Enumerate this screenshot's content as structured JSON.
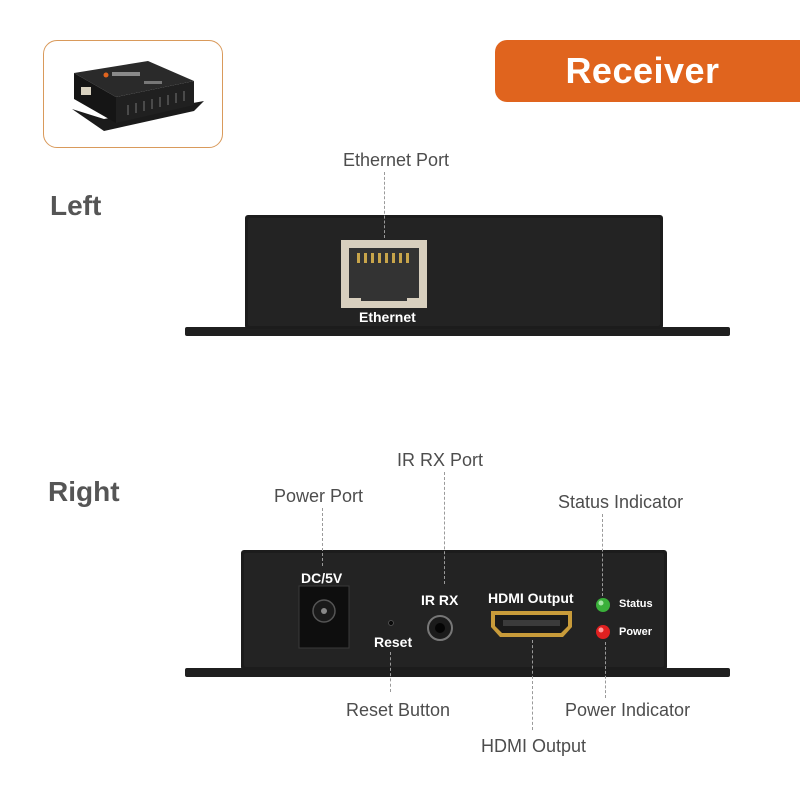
{
  "banner": {
    "title": "Receiver"
  },
  "sections": {
    "left": "Left",
    "right": "Right"
  },
  "callouts": {
    "ethernet_port": "Ethernet Port",
    "ir_rx_port": "IR RX Port",
    "power_port": "Power Port",
    "status_indicator": "Status Indicator",
    "reset_button": "Reset Button",
    "power_indicator": "Power Indicator",
    "hdmi_output": "HDMI Output"
  },
  "device_labels": {
    "ethernet": "Ethernet",
    "dc": "DC/5V",
    "reset": "Reset",
    "ir_rx": "IR RX",
    "hdmi_output": "HDMI Output",
    "status": "Status",
    "power": "Power"
  },
  "colors": {
    "banner": "#e0641e",
    "status_led": "#3ab03a",
    "power_led": "#e02020"
  }
}
